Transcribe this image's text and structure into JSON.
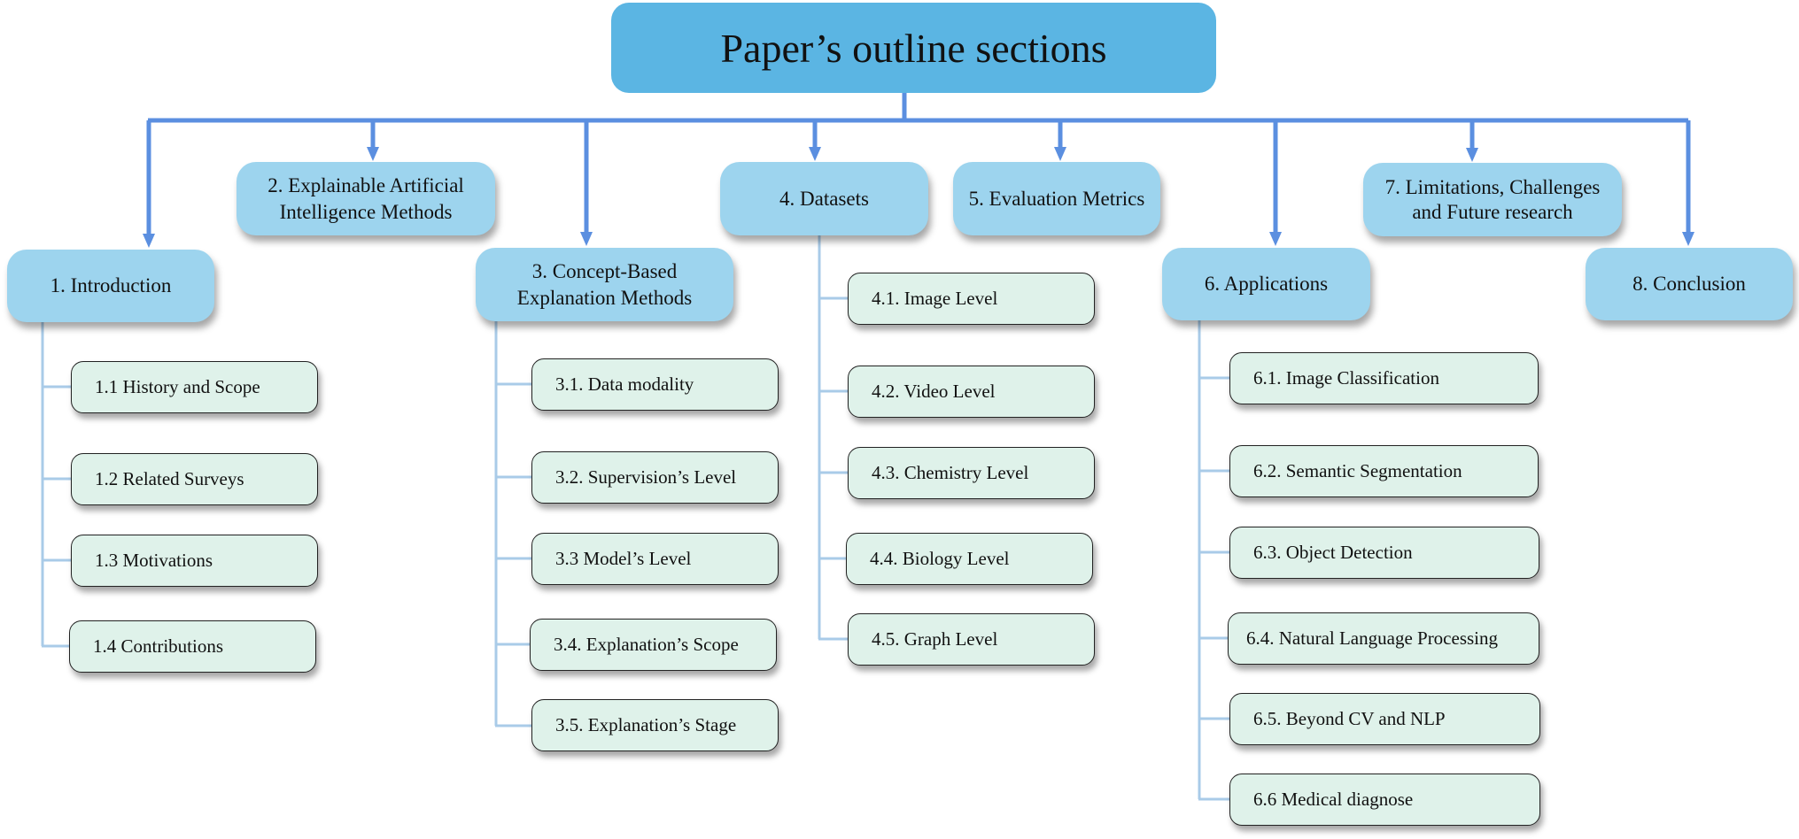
{
  "title": "Paper’s outline sections",
  "colors": {
    "title_fill": "#5bb5e3",
    "section_fill": "#9dd4ee",
    "subsection_fill": "#dff2ea",
    "arrow": "#5b8fe0",
    "branch_line": "#a9cbe8"
  },
  "sections": [
    {
      "label": "1. Introduction",
      "subsections": [
        "1.1 History and Scope",
        "1.2 Related Surveys",
        "1.3 Motivations",
        "1.4 Contributions"
      ]
    },
    {
      "label": "2. Explainable Artificial Intelligence Methods",
      "subsections": []
    },
    {
      "label": "3. Concept-Based Explanation Methods",
      "subsections": [
        "3.1. Data modality",
        "3.2. Supervision’s Level",
        "3.3 Model’s Level",
        "3.4. Explanation’s Scope",
        "3.5. Explanation’s Stage"
      ]
    },
    {
      "label": "4. Datasets",
      "subsections": [
        "4.1. Image Level",
        "4.2. Video Level",
        "4.3. Chemistry Level",
        "4.4. Biology Level",
        "4.5. Graph Level"
      ]
    },
    {
      "label": "5. Evaluation Metrics",
      "subsections": []
    },
    {
      "label": "6. Applications",
      "subsections": [
        "6.1. Image Classification",
        "6.2. Semantic Segmentation",
        "6.3. Object Detection",
        "6.4. Natural Language Processing",
        "6.5. Beyond CV and NLP",
        "6.6 Medical diagnose"
      ]
    },
    {
      "label": "7. Limitations, Challenges and Future research",
      "subsections": []
    },
    {
      "label": "8. Conclusion",
      "subsections": []
    }
  ]
}
